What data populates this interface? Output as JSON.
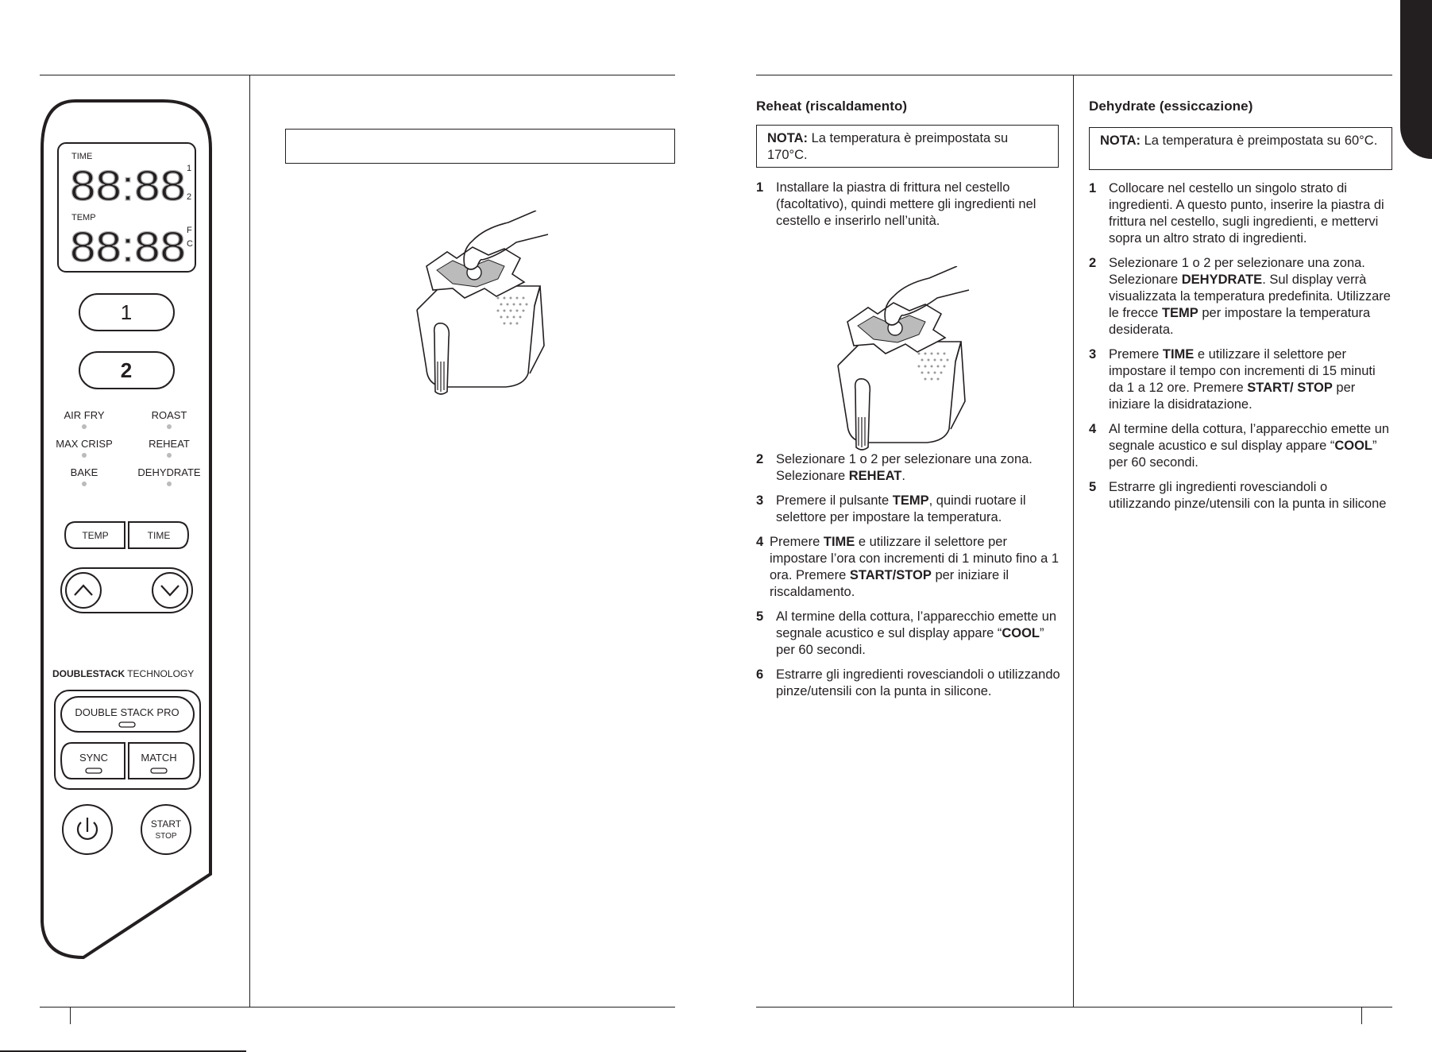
{
  "panel": {
    "time_label": "TIME",
    "temp_label": "TEMP",
    "digits_top": "88:88",
    "digits_bottom": "88:88",
    "zone_indicators": [
      "1",
      "2"
    ],
    "unit_indicators": [
      "F",
      "C"
    ],
    "zone1": "1",
    "zone2": "2",
    "functions": [
      "AIR FRY",
      "ROAST",
      "MAX CRISP",
      "REHEAT",
      "BAKE",
      "DEHYDRATE"
    ],
    "temp_button": "TEMP",
    "time_button": "TIME",
    "brand_bold": "DOUBLESTACK",
    "brand_light": " TECHNOLOGY",
    "double_stack_pro": "DOUBLE STACK PRO",
    "sync": "SYNC",
    "match": "MATCH",
    "start": "START",
    "stop": "STOP"
  },
  "reheat": {
    "title": "Reheat (riscaldamento)",
    "note_label": "NOTA:",
    "note_text": " La temperatura è preimpostata su 170°C.",
    "steps": [
      {
        "num": "1",
        "parts": [
          "Installare la piastra di frittura nel cestello (facoltativo), quindi mettere gli ingredienti nel cestello e inserirlo nell’unità."
        ]
      },
      {
        "num": "2",
        "parts": [
          "Selezionare 1 o 2 per selezionare una zona. Selezionare ",
          "REHEAT",
          "."
        ]
      },
      {
        "num": "3",
        "parts": [
          "Premere il pulsante ",
          "TEMP",
          ", quindi ruotare il selettore per impostare la temperatura."
        ]
      },
      {
        "num": "4",
        "parts": [
          "Premere ",
          "TIME",
          " e utilizzare il selettore per impostare l’ora con incrementi di 1 minuto fino a 1 ora. Premere ",
          "START/STOP",
          " per iniziare il riscaldamento."
        ]
      },
      {
        "num": "5",
        "parts": [
          "Al termine della cottura, l’apparecchio emette un segnale acustico e sul display appare “",
          "COOL",
          "” per 60 secondi."
        ]
      },
      {
        "num": "6",
        "parts": [
          "Estrarre gli ingredienti rovesciandoli o utilizzando pinze/utensili con la punta in silicone."
        ]
      }
    ]
  },
  "dehydrate": {
    "title": "Dehydrate (essiccazione)",
    "note_label": "NOTA:",
    "note_text": " La temperatura è preimpostata su 60°C.",
    "steps": [
      {
        "num": "1",
        "parts": [
          "Collocare nel cestello un singolo strato di ingredienti. A questo punto, inserire la piastra di frittura nel cestello, sugli ingredienti, e mettervi sopra un altro strato di ingredienti."
        ]
      },
      {
        "num": "2",
        "parts": [
          "Selezionare 1 o 2 per selezionare una zona. Selezionare ",
          "DEHYDRATE",
          ". Sul display verrà visualizzata la temperatura predefinita. Utilizzare le frecce ",
          "TEMP",
          " per impostare la temperatura desiderata."
        ]
      },
      {
        "num": "3",
        "parts": [
          "Premere ",
          "TIME",
          " e utilizzare il selettore per impostare il tempo con incrementi di 15 minuti da 1 a 12 ore. Premere ",
          "START/ STOP",
          " per iniziare la disidratazione."
        ]
      },
      {
        "num": "4",
        "parts": [
          "Al termine della cottura, l’apparecchio emette un segnale acustico e sul display appare “",
          "COOL",
          "” per 60 secondi."
        ]
      },
      {
        "num": "5",
        "parts": [
          "Estrarre gli ingredienti rovesciandoli o utilizzando pinze/utensili con la punta in silicone"
        ]
      }
    ]
  }
}
